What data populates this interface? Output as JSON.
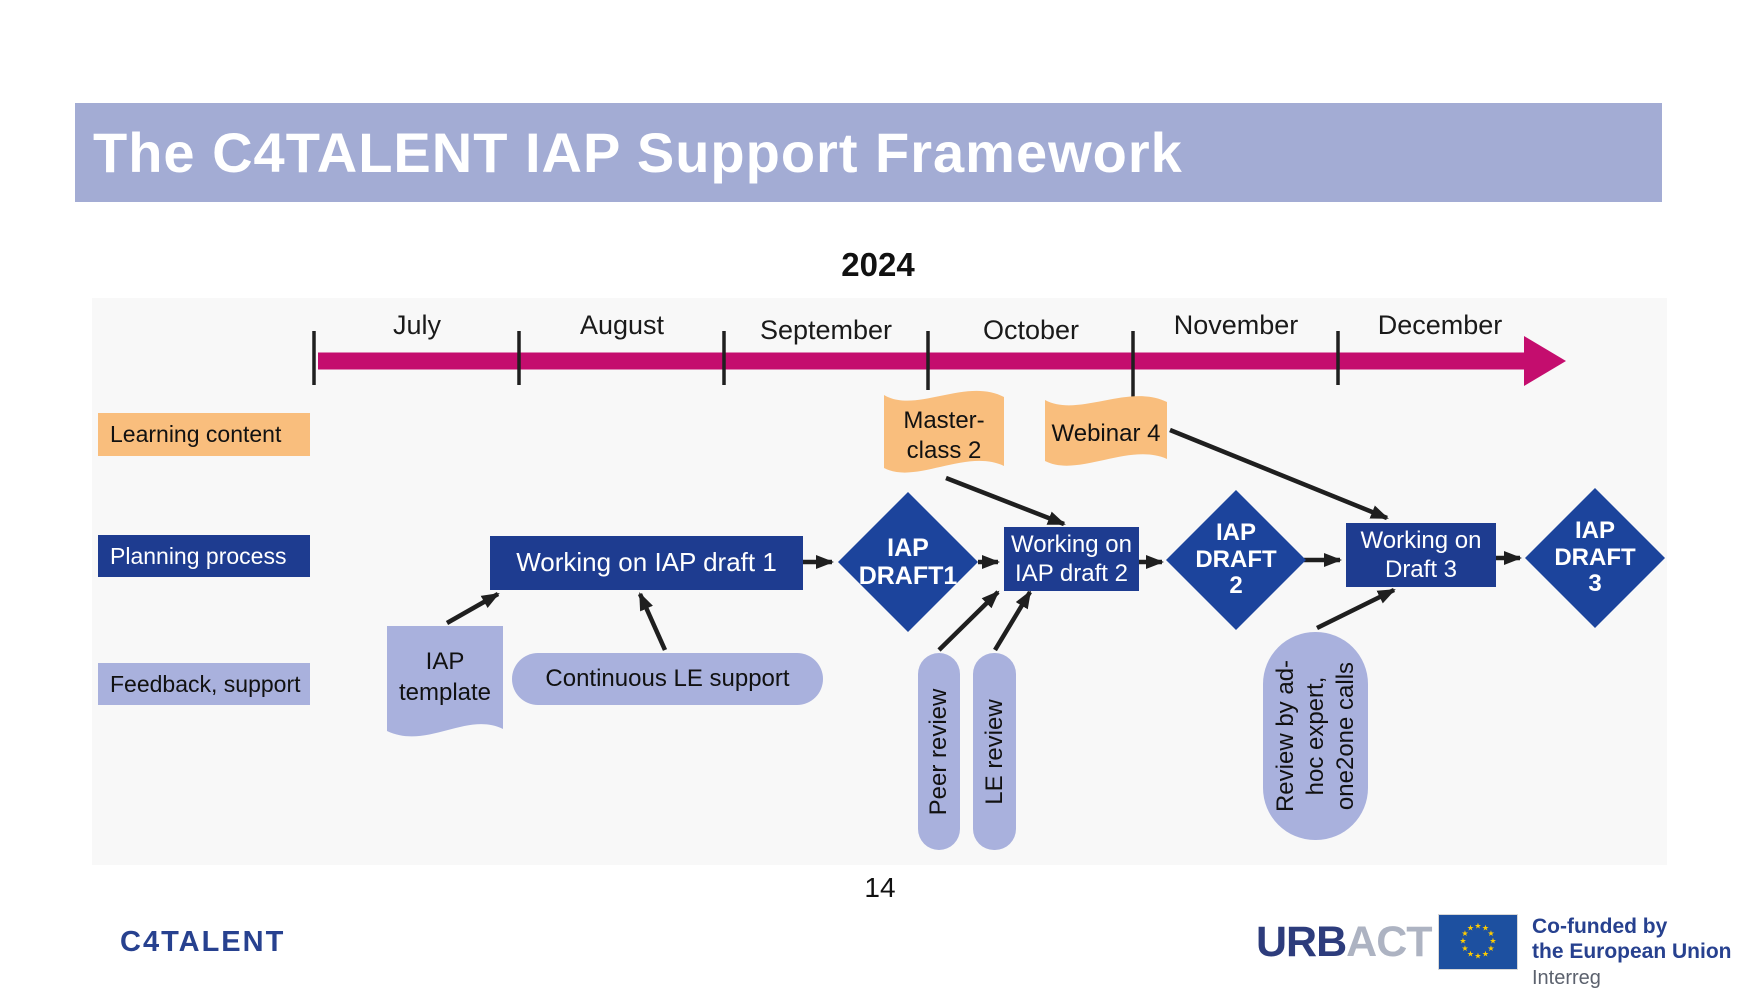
{
  "colors": {
    "title_bar": "#a3acd4",
    "timeline_magenta": "#c40d6e",
    "learning_orange": "#f9be7d",
    "planning_blue": "#1e3c90",
    "diamond_blue": "#1c449c",
    "feedback_periwinkle": "#a9b1dd",
    "canvas_gray": "#f8f8f8",
    "logo_navy": "#27418f"
  },
  "header": {
    "title": "The C4TALENT IAP Support Framework"
  },
  "timeline": {
    "year": "2024",
    "months": [
      "July",
      "August",
      "September",
      "October",
      "November",
      "December"
    ]
  },
  "lanes": {
    "learning": "Learning content",
    "planning": "Planning process",
    "feedback": "Feedback, support"
  },
  "learning_row": {
    "masterclass_line1": "Master-",
    "masterclass_line2": "class 2",
    "webinar": "Webinar 4"
  },
  "planning_row": {
    "box1": "Working on IAP draft 1",
    "diamond1_l1": "IAP",
    "diamond1_l2": "DRAFT1",
    "box2_l1": "Working on",
    "box2_l2": "IAP draft 2",
    "diamond2_l1": "IAP",
    "diamond2_l2": "DRAFT",
    "diamond2_l3": "2",
    "box3_l1": "Working on",
    "box3_l2": "Draft 3",
    "diamond3_l1": "IAP",
    "diamond3_l2": "DRAFT",
    "diamond3_l3": "3"
  },
  "feedback_row": {
    "template_l1": "IAP",
    "template_l2": "template",
    "le_support": "Continuous LE support",
    "peer_review": "Peer review",
    "le_review": "LE review",
    "review_l1": "Review by ad-",
    "review_l2": "hoc expert,",
    "review_l3": "one2one calls"
  },
  "footer": {
    "page_number": "14",
    "c4talent_logo": "C4TALENT",
    "urbact_urb": "URB",
    "urbact_act": "ACT",
    "eu_cofunded_l1": "Co-funded by",
    "eu_cofunded_l2": "the European Union",
    "interreg": "Interreg"
  }
}
